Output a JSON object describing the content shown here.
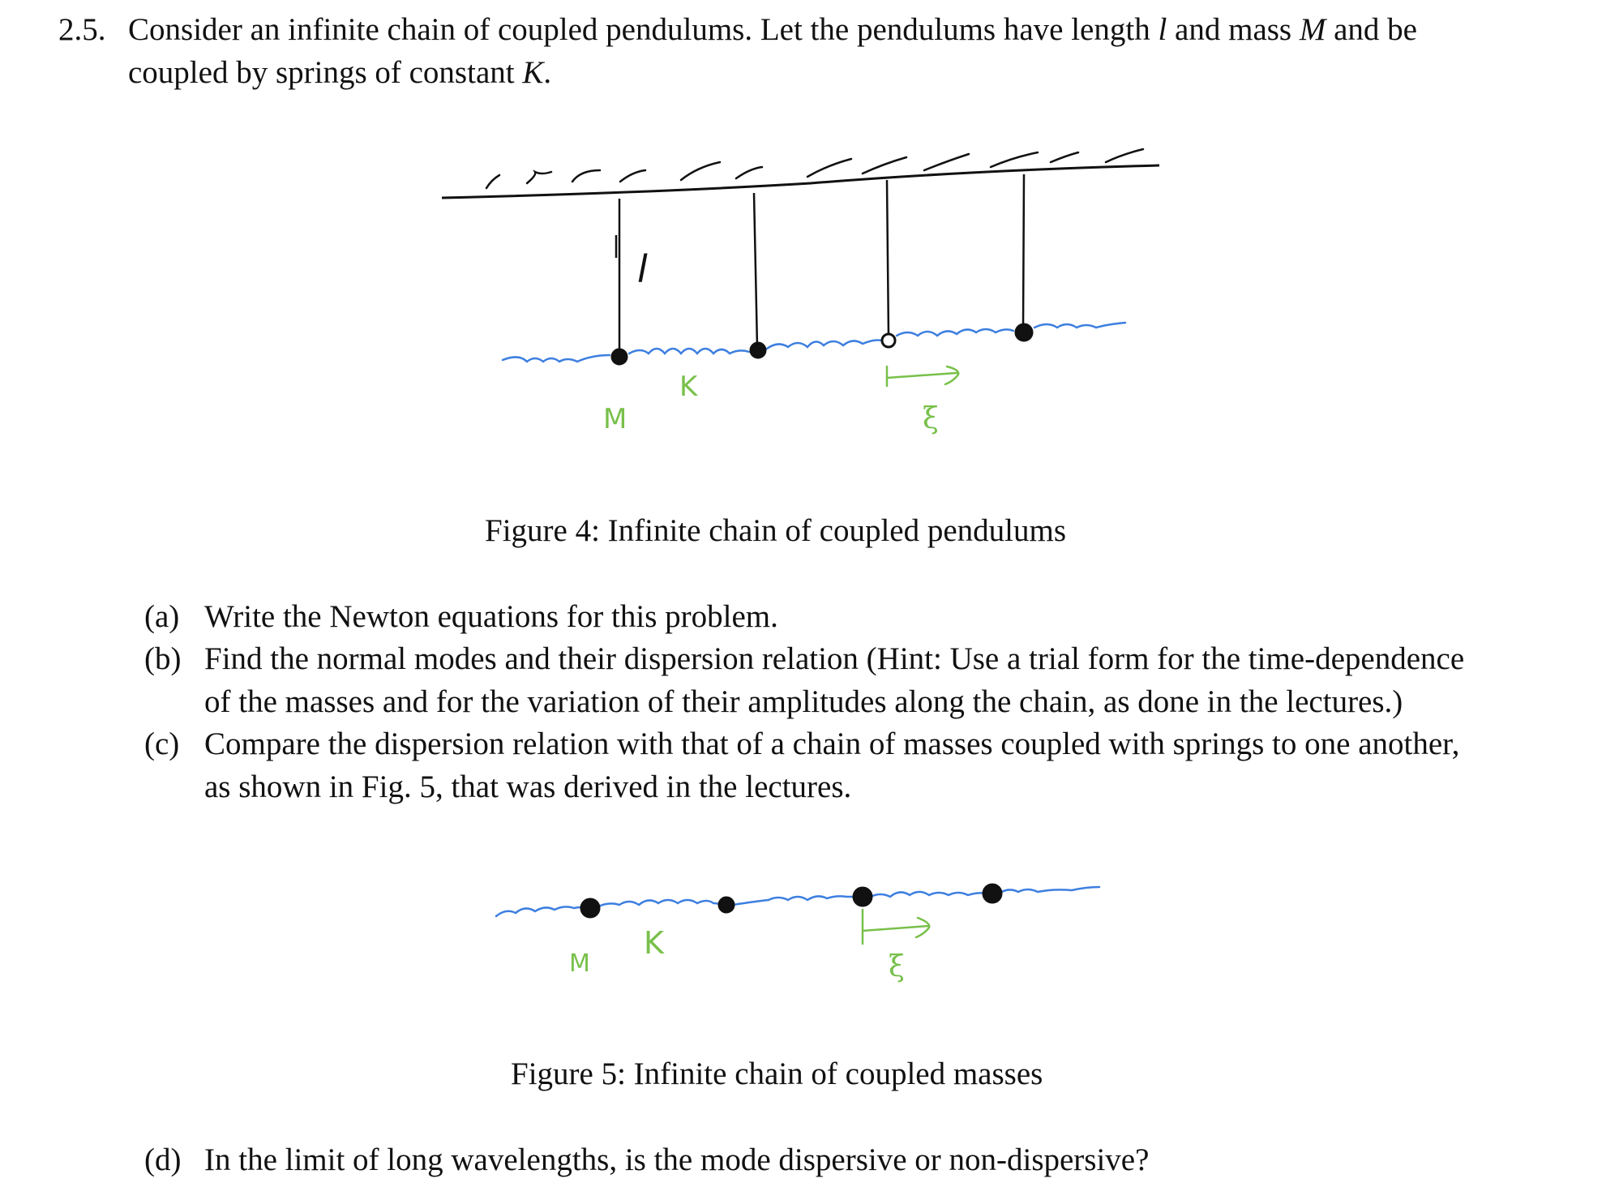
{
  "problem": {
    "number": "2.5.",
    "intro_line1_pre": "Consider an infinite chain of coupled pendulums. Let the pendulums have length ",
    "sym_l": "l",
    "intro_line1_mid": " and mass ",
    "sym_M": "M",
    "intro_line1_post": " and be",
    "intro_line2_pre": "coupled by springs of constant ",
    "sym_K": "K",
    "intro_line2_post": "."
  },
  "figure4": {
    "caption": "Figure 4: Infinite chain of coupled pendulums",
    "handwritten_labels": {
      "length": "l",
      "mass": "M",
      "spring": "K",
      "displacement": "ξ"
    },
    "colors": {
      "ink": "#111111",
      "spring": "#3d7fe0",
      "label": "#78c04a"
    }
  },
  "parts": [
    {
      "label": "(a)",
      "lines": [
        "Write the Newton equations for this problem."
      ]
    },
    {
      "label": "(b)",
      "lines": [
        "Find the normal modes and their dispersion relation (Hint: Use a trial form for the time-dependence",
        "of the masses and for the variation of their amplitudes along the chain, as done in the lectures.)"
      ]
    },
    {
      "label": "(c)",
      "lines": [
        "Compare the dispersion relation with that of a chain of masses coupled with springs to one another,",
        "as shown in Fig. 5, that was derived in the lectures."
      ]
    }
  ],
  "figure5": {
    "caption": "Figure 5: Infinite chain of coupled masses",
    "handwritten_labels": {
      "mass": "M",
      "spring": "K",
      "displacement": "ξ"
    }
  },
  "part_d": {
    "label": "(d)",
    "text": "In the limit of long wavelengths, is the mode dispersive or non-dispersive?"
  }
}
